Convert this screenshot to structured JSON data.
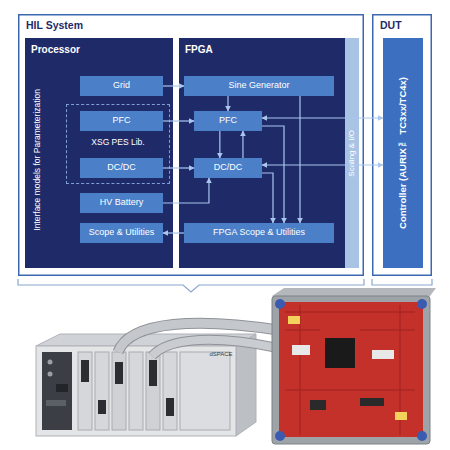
{
  "diagram": {
    "nodes": [
      {
        "text": [
          "HIL System"
        ]
      },
      {
        "text": [
          "Processor"
        ],
        "in": 0
      },
      {
        "text": [
          "Grid"
        ],
        "in": 1
      },
      {
        "text": [
          "XSG PES Lib."
        ],
        "in": 1
      },
      {
        "text": [
          "PFC"
        ],
        "in": 3
      },
      {
        "text": [
          "DC/DC"
        ],
        "in": 3
      },
      {
        "text": [
          "HV Battery"
        ],
        "in": 1
      },
      {
        "text": [
          "Scope & Utilities"
        ],
        "in": 1
      },
      {
        "text": [
          "FPGA"
        ],
        "in": 0
      },
      {
        "text": [
          "Sine Generator"
        ],
        "in": 8
      },
      {
        "text": [
          "PFC"
        ],
        "in": 8
      },
      {
        "text": [
          "DC/DC"
        ],
        "in": 8
      },
      {
        "text": [
          "FPGA Scope & Utilities"
        ],
        "in": 8
      },
      {
        "text": [
          "Scaling & I/O"
        ],
        "in": 0
      },
      {
        "text": [
          "DUT"
        ]
      },
      {
        "text": [
          "Controller (AURIX™ TC3xx/TC4x)"
        ],
        "in": 14
      }
    ],
    "edges": [
      {
        "from": 2,
        "to": 9,
        "arrow": "to"
      },
      {
        "from": 4,
        "to": 10,
        "arrow": "to"
      },
      {
        "from": 5,
        "to": 11,
        "arrow": "to"
      },
      {
        "from": 6,
        "to": 11,
        "arrow": "to"
      },
      {
        "from": 12,
        "to": 7,
        "arrow": "to"
      },
      {
        "from": 9,
        "to": 10,
        "arrow": "to"
      },
      {
        "from": 10,
        "to": 11,
        "arrow": "to"
      },
      {
        "from": 11,
        "to": 10,
        "arrow": "to"
      },
      {
        "from": 10,
        "to": 12,
        "arrow": "to"
      },
      {
        "from": 11,
        "to": 12,
        "arrow": "to"
      },
      {
        "from": 9,
        "to": 12,
        "arrow": "to"
      },
      {
        "from": 10,
        "to": 15,
        "arrow": "both"
      },
      {
        "from": 11,
        "to": 15,
        "arrow": "both"
      }
    ],
    "labels": [
      "Interface models for Parameterization",
      "dSPACE"
    ]
  }
}
